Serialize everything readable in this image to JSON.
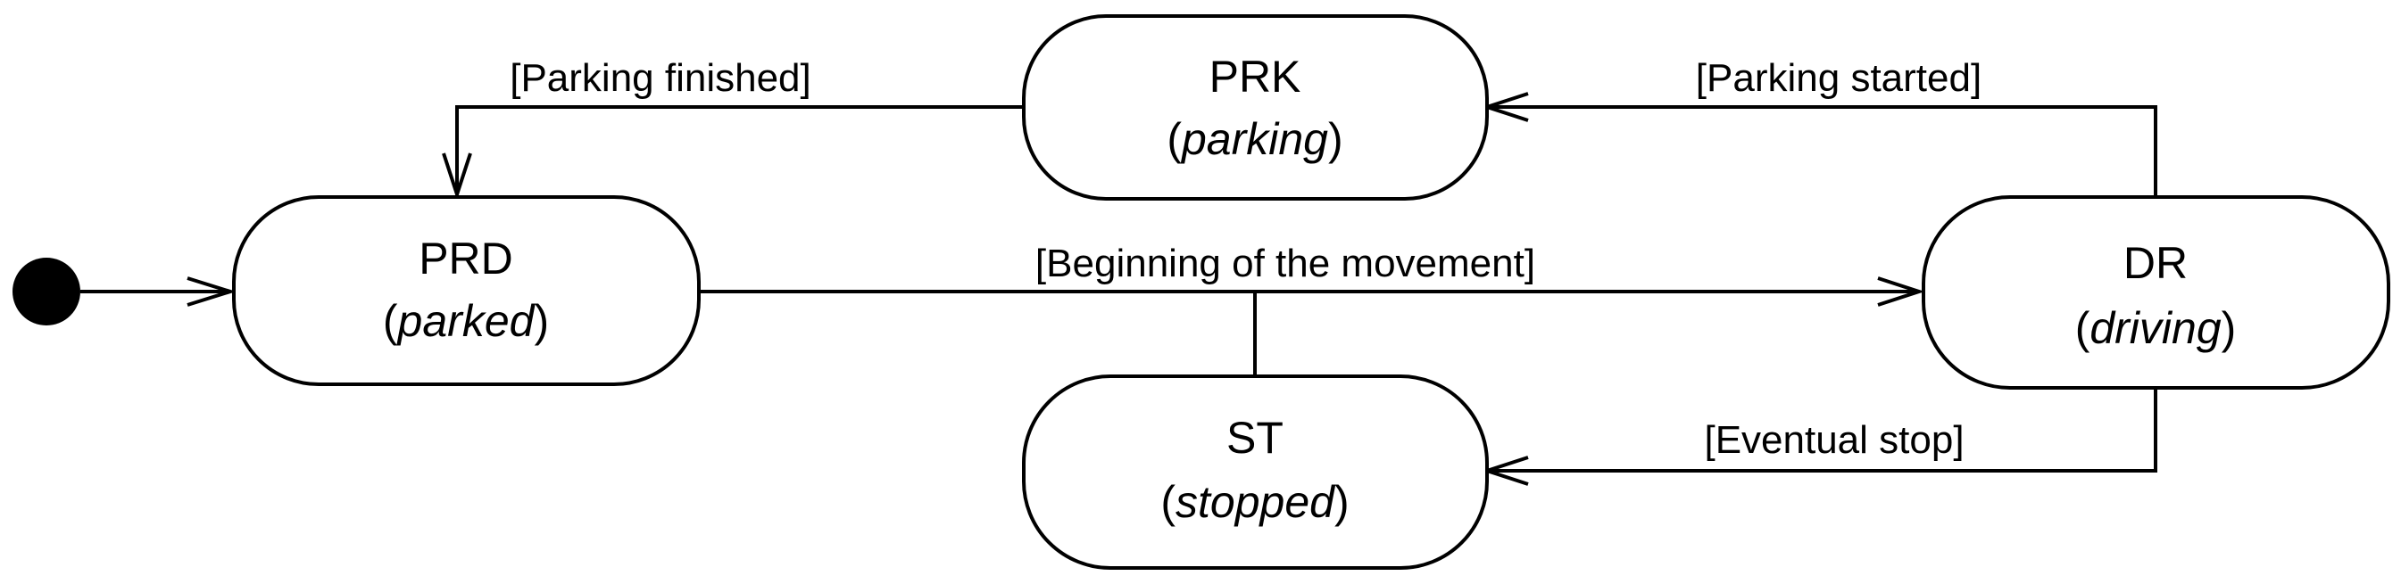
{
  "states": {
    "prk": {
      "name": "PRK",
      "desc": "parking"
    },
    "prd": {
      "name": "PRD",
      "desc": "parked"
    },
    "dr": {
      "name": "DR",
      "desc": "driving"
    },
    "st": {
      "name": "ST",
      "desc": "stopped"
    }
  },
  "transitions": {
    "parking_finished": "Parking finished",
    "parking_started": "Parking started",
    "beginning_movement": "Beginning of the movement",
    "eventual_stop": "Eventual stop"
  },
  "brackets": {
    "open": "[",
    "close": "]"
  },
  "parens": {
    "open": "(",
    "close": ")"
  }
}
